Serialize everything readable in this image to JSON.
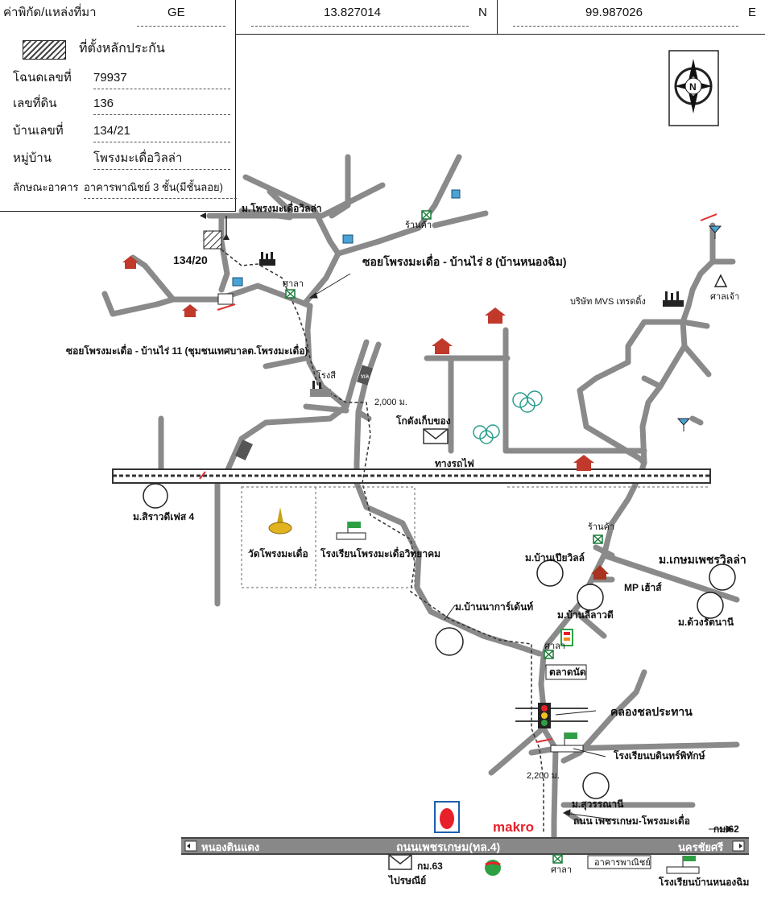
{
  "header": {
    "source_label": "ค่าพิกัด/แหล่งที่มา",
    "source_value": "GE",
    "latitude": "13.827014",
    "lat_unit": "N",
    "longitude": "99.987026",
    "lon_unit": "E"
  },
  "info": {
    "legend_label": "ที่ตั้งหลักประกัน",
    "deed_label": "โฉนดเลขที่",
    "deed_value": "79937",
    "land_no_label": "เลขที่ดิน",
    "land_no_value": "136",
    "house_no_label": "บ้านเลขที่",
    "house_no_value": "134/21",
    "village_label": "หมู่บ้าน",
    "village_value": "โพรงมะเดื่อวิลล่า",
    "building_label": "ลักษณะอาคาร",
    "building_value": "อาคารพาณิชย์ 3 ชั้น(มีชั้นลอย)"
  },
  "map": {
    "north": "N",
    "plot": "134/20",
    "village_top": "ม.โพรงมะเดื่อวิลล่า",
    "shop_top": "ร้านค้า",
    "soi8": "ซอยโพรงมะเดื่อ - บ้านไร่ 8 (บ้านหนองฉิม)",
    "sala_top": "ศาลา",
    "soi11": "ซอยโพรงมะเดื่อ - บ้านไร่ 11 (ชุมชนเทศบาลต.โพรงมะเดื่อ)",
    "factory": "โรงสี",
    "road_sign_top": "ทล",
    "dist_2000": "2,000 ม.",
    "warehouse": "โกดังเก็บของ",
    "mvs": "บริษัท MVS เทรดดิ้ง",
    "shrine": "ศาลเจ้า",
    "railway": "ทางรถไฟ",
    "village_sirawadee": "ม.สิราวดีเฟส 4",
    "temple": "วัดโพรงมะเดื่อ",
    "school1": "โรงเรียนโพรงมะเดื่อวิทยาคม",
    "shop_mid": "ร้านค้า",
    "village_banpia": "ม.บ้านเปียวิลล์",
    "village_kasem": "ม.เกษมเพชรวิลล่า",
    "mp": "MP เฮ้าส์",
    "village_banna": "ม.บ้านนาการ์เด้นท์",
    "village_lila": "ม.บ้านลีลาวดี",
    "village_duangrat": "ม.ด้วงรัตนานี",
    "sala_mid": "ศาลา",
    "market": "ตลาดนัด",
    "canal": "คลองชลประทาน",
    "school2": "โรงเรียนบดินทร์พิทักษ์",
    "dist_2200": "2,200 ม.",
    "village_suwan": "ม.สุวรรณานี",
    "road_junction": "ถนน เพชรเกษม-โพรงมะเดื่อ",
    "km62": "กม.62",
    "makro": "makro",
    "nongdin": "หนองดินแดง",
    "main_road": "ถนนเพชรเกษม(ทล.4)",
    "nakhon": "นครชัยศรี",
    "km63": "กม.63",
    "post": "ไปรษณีย์",
    "sala_bottom": "ศาลา",
    "commercial": "อาคารพาณิชย์",
    "school3": "โรงเรียนบ้านหนองฉิม"
  },
  "colors": {
    "road": "#888888",
    "makro": "#e8202a",
    "marker": "#e03030",
    "tree": "#2a9e8e",
    "ptt_blue": "#1c5fb0"
  }
}
